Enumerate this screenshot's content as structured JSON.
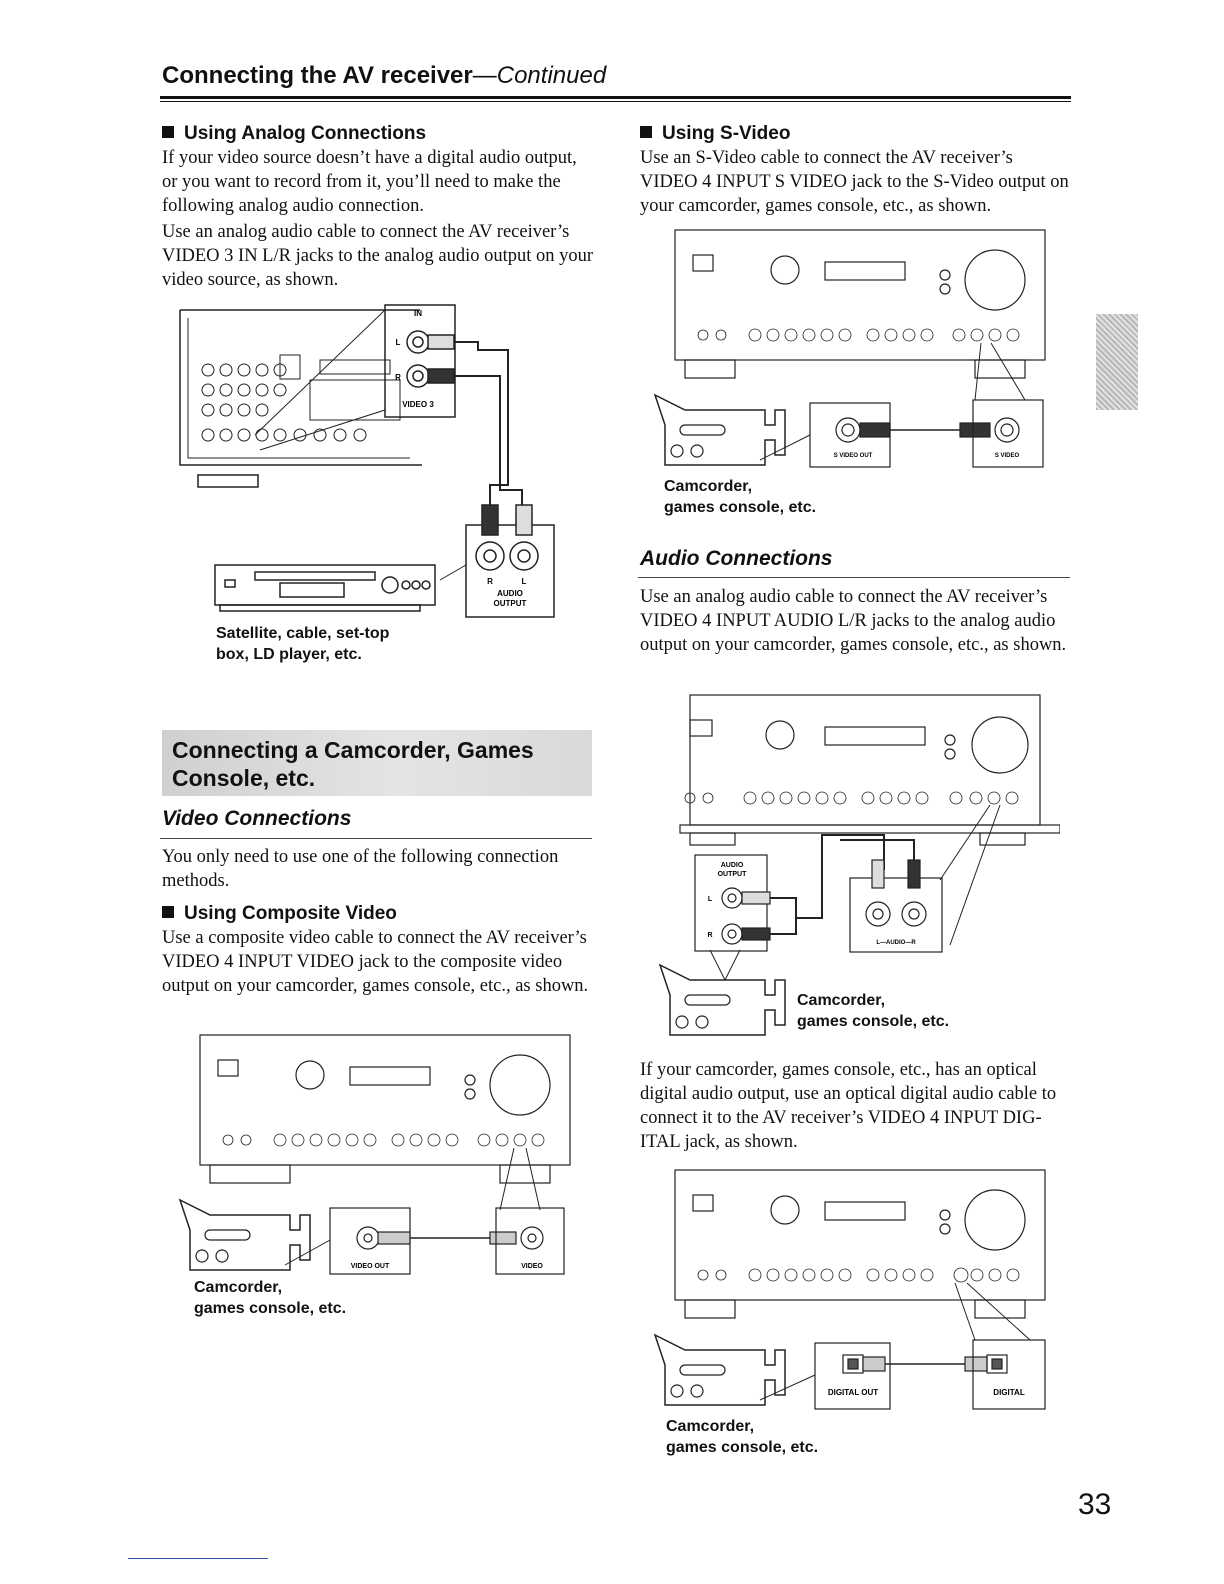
{
  "header": {
    "title": "Connecting the AV receiver",
    "title_suffix": "—Continued"
  },
  "left": {
    "analog": {
      "heading": "Using Analog Connections",
      "p1": "If your video source doesn’t have a digital audio output, or you want to record from it, you’ll need to make the following analog audio connection.",
      "p2": "Use an analog audio cable to connect the AV receiver’s VIDEO 3 IN L/R jacks to the analog audio output on your video source, as shown.",
      "fig": {
        "in": "IN",
        "l": "L",
        "r": "R",
        "video3": "VIDEO 3",
        "rr": "R",
        "ll": "L",
        "audio": "AUDIO",
        "output": "OUTPUT"
      },
      "caption_line1": "Satellite, cable, set-top",
      "caption_line2": "box, LD player, etc."
    },
    "banner_line1": "Connecting a Camcorder, Games",
    "banner_line2": "Console, etc.",
    "video_connections": {
      "heading": "Video Connections",
      "p": "You only need to use one of the following connection methods."
    },
    "composite": {
      "heading": "Using Composite Video",
      "p": "Use a composite video cable to connect the AV receiver’s VIDEO 4 INPUT VIDEO jack to the composite video output on your camcorder, games console, etc., as shown.",
      "fig": {
        "video_out": "VIDEO OUT",
        "video": "VIDEO"
      },
      "caption_line1": "Camcorder,",
      "caption_line2": "games console, etc."
    }
  },
  "right": {
    "svideo": {
      "heading": "Using S-Video",
      "p": "Use an S-Video cable to connect the AV receiver’s VIDEO 4 INPUT S VIDEO jack to the S-Video output on your camcorder, games console, etc., as shown.",
      "fig": {
        "svideo_out": "S VIDEO OUT",
        "svideo": "S VIDEO"
      },
      "caption_line1": "Camcorder,",
      "caption_line2": "games console, etc."
    },
    "audio_connections": {
      "heading": "Audio Connections",
      "p": "Use an analog audio cable to connect the AV receiver’s VIDEO 4 INPUT AUDIO L/R jacks to the analog audio output on your camcorder, games console, etc., as shown.",
      "fig": {
        "audio": "AUDIO",
        "output": "OUTPUT",
        "l": "L",
        "r": "R",
        "lr": "L—AUDIO—R"
      },
      "caption_line1": "Camcorder,",
      "caption_line2": "games console, etc."
    },
    "optical": {
      "p": "If your camcorder, games console, etc., has an optical digital audio output, use an optical digital audio cable to connect it to the AV receiver’s VIDEO 4 INPUT DIG-ITAL jack, as shown.",
      "fig": {
        "digital_out": "DIGITAL OUT",
        "digital": "DIGITAL"
      },
      "caption_line1": "Camcorder,",
      "caption_line2": "games console, etc."
    }
  },
  "page_number": "33"
}
